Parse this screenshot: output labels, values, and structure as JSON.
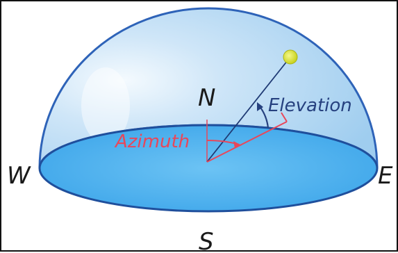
{
  "cardinals": {
    "north": "N",
    "south": "S",
    "east": "E",
    "west": "W"
  },
  "labels": {
    "azimuth": "Azimuth",
    "elevation": "Elevation"
  },
  "colors": {
    "dome_fill": "#bcdcf5",
    "dome_outline": "#2e63b8",
    "ground_fill": "#59b6ef",
    "ground_outline": "#1f4f9c",
    "azimuth": "#e8475a",
    "elevation": "#26417f",
    "sun": "#d9e531"
  }
}
